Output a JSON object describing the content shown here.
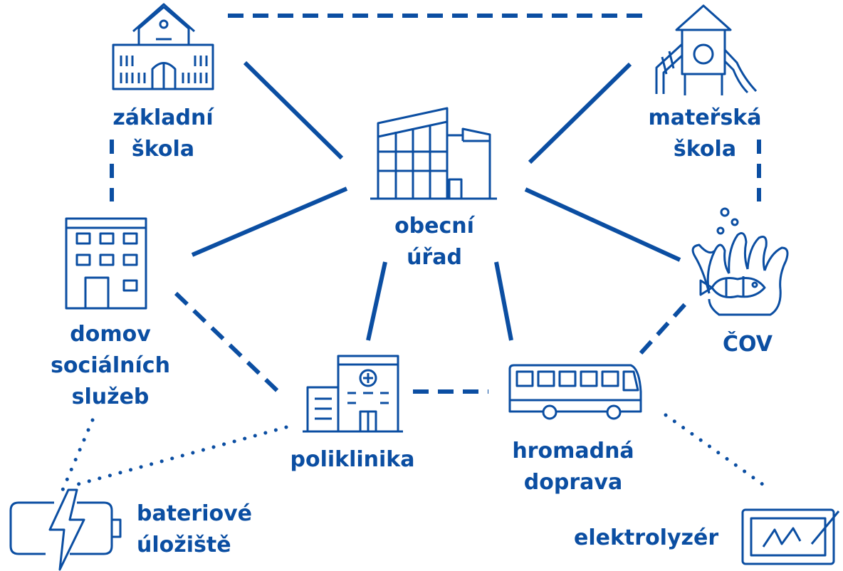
{
  "colors": {
    "primary": "#0b4ea2",
    "background": "#ffffff"
  },
  "nodes": {
    "obecni_urad": {
      "icon": "office-building-icon",
      "lines": [
        "obecní",
        "úřad"
      ]
    },
    "zakladni_skola": {
      "icon": "school-icon",
      "lines": [
        "základní",
        "škola"
      ]
    },
    "materska_skola": {
      "icon": "playground-slide-icon",
      "lines": [
        "mateřská",
        "škola"
      ]
    },
    "domov": {
      "icon": "apartment-building-icon",
      "lines": [
        "domov",
        "sociálních",
        "služeb"
      ]
    },
    "cov": {
      "icon": "coral-fish-icon",
      "lines": [
        "ČOV"
      ]
    },
    "poliklinika": {
      "icon": "hospital-icon",
      "lines": [
        "poliklinika"
      ]
    },
    "doprava": {
      "icon": "bus-icon",
      "lines": [
        "hromadná",
        "doprava"
      ]
    },
    "baterie": {
      "icon": "battery-charging-icon",
      "lines": [
        "bateriové",
        "úložiště"
      ]
    },
    "elektrolyzer": {
      "icon": "electrolyzer-icon",
      "lines": [
        "elektrolyzér"
      ]
    }
  },
  "connections": {
    "solid": [
      [
        "obecni_urad",
        "zakladni_skola"
      ],
      [
        "obecni_urad",
        "materska_skola"
      ],
      [
        "obecni_urad",
        "domov"
      ],
      [
        "obecni_urad",
        "cov"
      ],
      [
        "obecni_urad",
        "poliklinika"
      ],
      [
        "obecni_urad",
        "doprava"
      ]
    ],
    "dashed": [
      [
        "zakladni_skola",
        "materska_skola"
      ],
      [
        "zakladni_skola",
        "domov"
      ],
      [
        "materska_skola",
        "cov"
      ],
      [
        "domov",
        "poliklinika"
      ],
      [
        "poliklinika",
        "doprava"
      ],
      [
        "doprava",
        "cov"
      ]
    ],
    "dotted": [
      [
        "domov",
        "baterie"
      ],
      [
        "poliklinika",
        "baterie"
      ],
      [
        "doprava",
        "elektrolyzer"
      ]
    ]
  }
}
